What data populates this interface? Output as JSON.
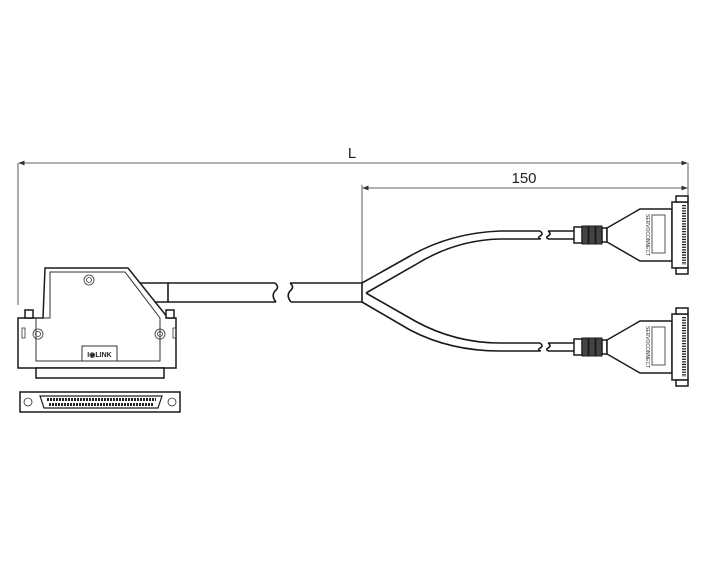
{
  "dimensions": {
    "overall_length_label": "L",
    "branch_length_label": "150"
  },
  "connector_main": {
    "logo_text": "I O LINK"
  },
  "connector_branch": {
    "label_text": "SERVOCONNECT"
  }
}
